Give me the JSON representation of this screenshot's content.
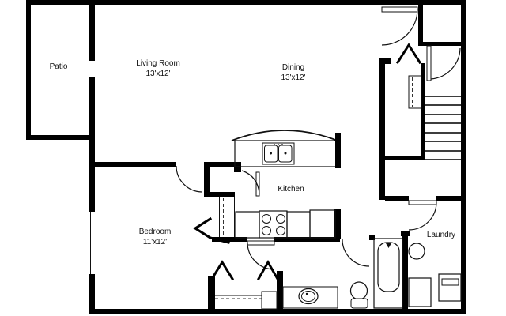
{
  "rooms": {
    "patio": {
      "label": "Patio"
    },
    "living": {
      "label": "Living Room",
      "dims": "13'x12'"
    },
    "dining": {
      "label": "Dining",
      "dims": "13'x12'"
    },
    "kitchen": {
      "label": "Kitchen"
    },
    "bedroom": {
      "label": "Bedroom",
      "dims": "11'x12'"
    },
    "laundry": {
      "label": "Laundry"
    }
  },
  "colors": {
    "wall": "#000000",
    "line": "#111111",
    "background": "#ffffff"
  }
}
